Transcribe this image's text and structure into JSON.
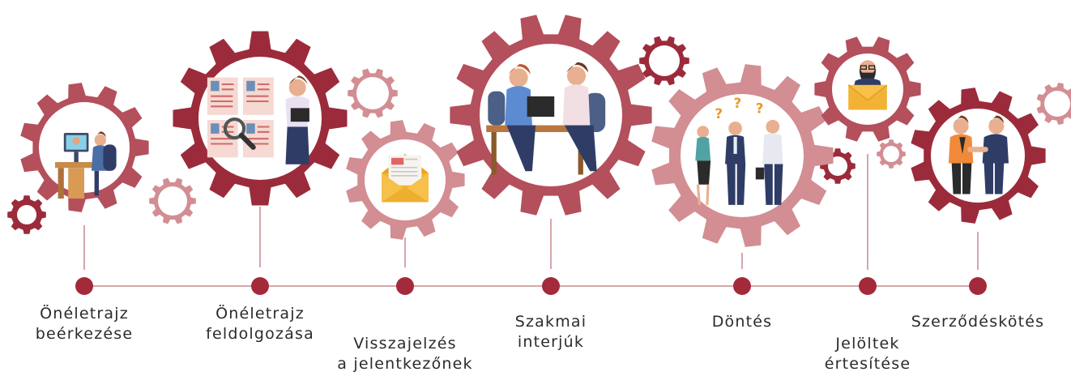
{
  "colors": {
    "dark": "#9b2b3b",
    "mid": "#b44f5c",
    "light": "#d28e93",
    "line": "#d3a7ab",
    "dot": "#a32a3a"
  },
  "steps": [
    {
      "line1": "Önéletrajz",
      "line2": "beérkezése",
      "icon": "computer-desk-icon"
    },
    {
      "line1": "Önéletrajz",
      "line2": "feldolgozása",
      "icon": "resume-review-icon"
    },
    {
      "line1": "Visszajelzés",
      "line2": "a jelentkezőnek",
      "icon": "envelope-icon"
    },
    {
      "line1": "Szakmai",
      "line2": "interjúk",
      "icon": "interview-icon"
    },
    {
      "line1": "Döntés",
      "line2": "",
      "icon": "decision-group-icon"
    },
    {
      "line1": "Jelöltek",
      "line2": "értesítése",
      "icon": "notification-envelope-icon"
    },
    {
      "line1": "Szerződéskötés",
      "line2": "",
      "icon": "handshake-icon"
    }
  ]
}
